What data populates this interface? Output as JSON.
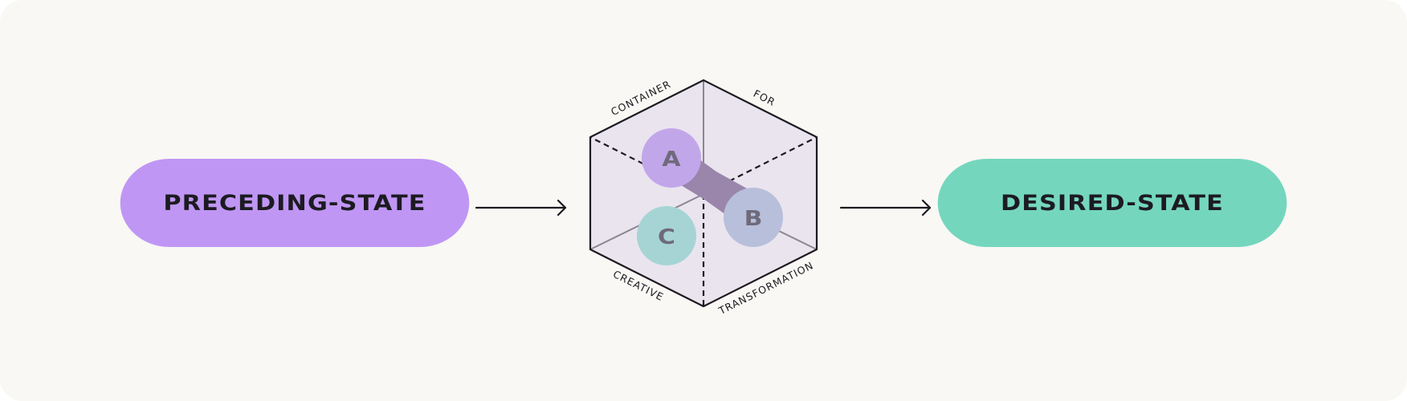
{
  "colors": {
    "background": "#f9f8f4",
    "preceding_fill": "#c096f4",
    "desired_fill": "#75d6be",
    "cube_face": "#eae4ee",
    "cube_edge": "#1c1b21",
    "cube_inner_edge": "#8c8794",
    "connector": "#9a85ab",
    "node_a": "#c2a6ea",
    "node_b": "#b7bfdb",
    "node_c": "#a6d4d4",
    "node_text": "#6f6a7b",
    "arrow": "#1c1b21"
  },
  "states": {
    "preceding": "PRECEDING-STATE",
    "desired": "DESIRED-STATE"
  },
  "cube": {
    "edge_labels": {
      "top_left": "CONTAINER",
      "top_right": "FOR",
      "bottom_left": "CREATIVE",
      "bottom_right": "TRANSFORMATION"
    },
    "nodes": {
      "a": "A",
      "b": "B",
      "c": "C"
    }
  },
  "icons": {
    "arrow": "arrow-right-icon"
  }
}
